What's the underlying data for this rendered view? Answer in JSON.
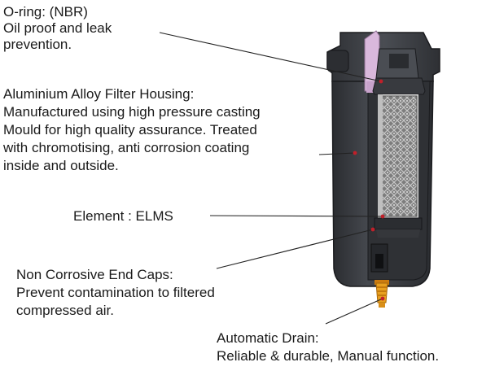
{
  "callouts": {
    "oring": {
      "line1": "O-ring: (NBR)",
      "line2": "Oil proof and leak",
      "line3": "prevention."
    },
    "housing": {
      "line1": "Aluminium Alloy Filter Housing:",
      "line2": "Manufactured using high pressure casting",
      "line3": "Mould for high quality assurance. Treated",
      "line4": "with chromotising, anti corrosion coating",
      "line5": "inside and outside."
    },
    "element": {
      "line1": "Element : ELMS"
    },
    "endcaps": {
      "line1": "Non Corrosive End Caps:",
      "line2": "Prevent contamination to filtered",
      "line3": "compressed air."
    },
    "drain": {
      "line1": "Automatic Drain:",
      "line2": "Reliable & durable, Manual function."
    }
  },
  "colors": {
    "housing": "#3a3d42",
    "housing_dark": "#24262a",
    "oring": "#d9b8dc",
    "element_mesh": "#9a9a9a",
    "drain": "#e8a020",
    "leader": "#222222",
    "marker": "#c0202a"
  }
}
